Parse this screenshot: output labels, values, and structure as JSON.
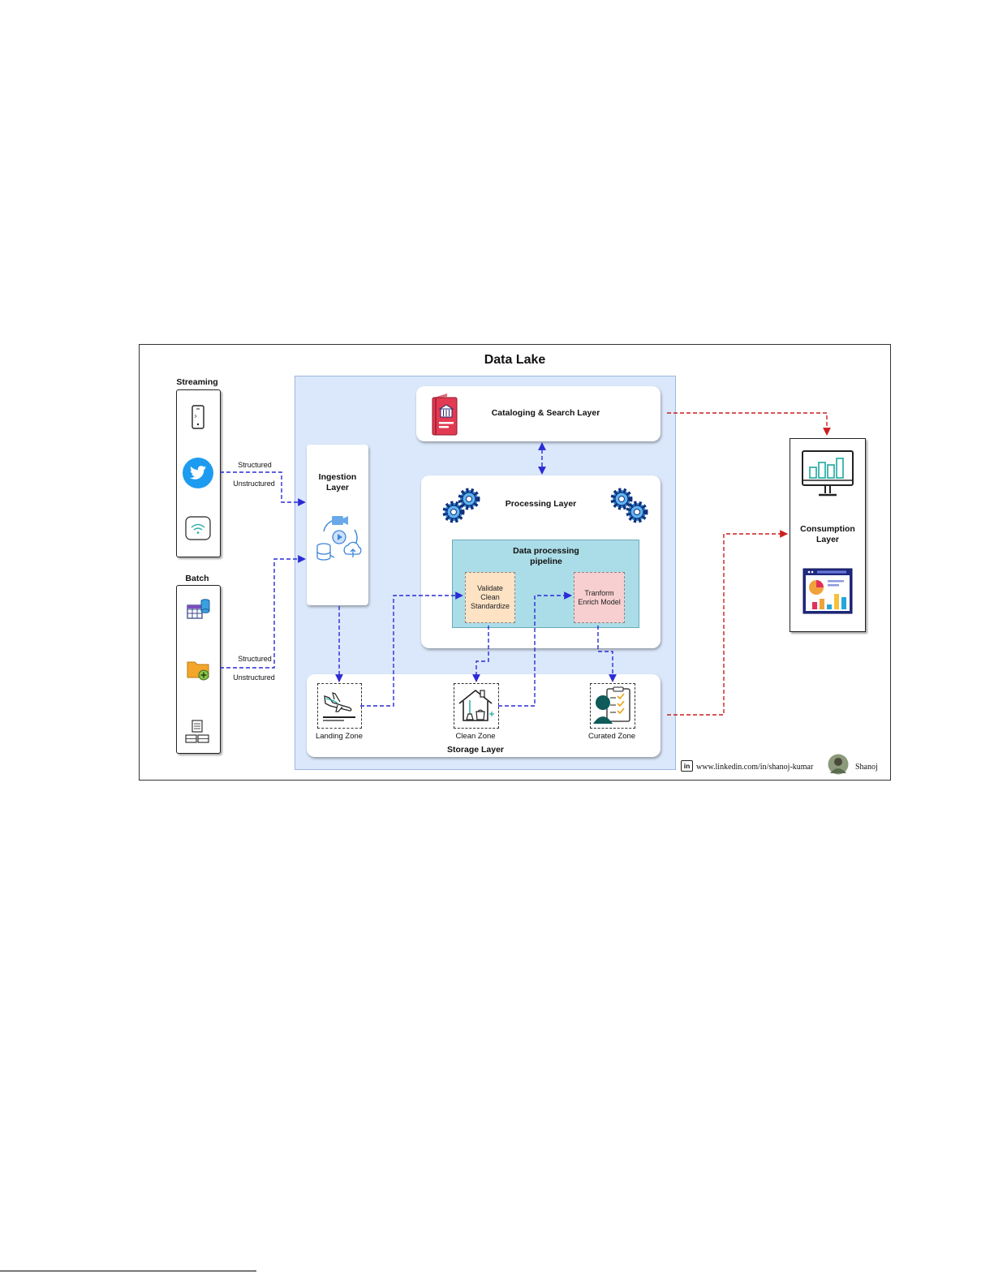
{
  "title": "Data Lake",
  "sources": {
    "streaming_label": "Streaming",
    "batch_label": "Batch",
    "streaming_flow": {
      "structured": "Structured",
      "unstructured": "Unstructured"
    },
    "batch_flow": {
      "structured": "Structured",
      "unstructured": "Unstructured"
    }
  },
  "layers": {
    "ingestion": "Ingestion Layer",
    "cataloging": "Cataloging & Search Layer",
    "processing": "Processing Layer",
    "pipeline": "Data processing pipeline",
    "step1": [
      "Validate",
      "Clean",
      "Standardize"
    ],
    "step2": [
      "Tranform",
      "Enrich Model"
    ],
    "storage": "Storage Layer",
    "consumption": "Consumption Layer"
  },
  "zones": {
    "landing": "Landing Zone",
    "clean": "Clean Zone",
    "curated": "Curated Zone"
  },
  "footer": {
    "linkedin_url": "www.linkedin.com/in/shanoj-kumar",
    "author": "Shanoj",
    "linkedin_badge": "in"
  },
  "colors": {
    "flow_blue": "#2b2bd6",
    "flow_red": "#cc1f1f",
    "lake_bg": "#dbe8fb",
    "pipeline_bg": "#abdde8",
    "step1_bg": "#fde2c4",
    "step2_bg": "#f8cfd0"
  },
  "icons": [
    "mobile-phone-icon",
    "twitter-bird-icon",
    "wifi-icon",
    "database-table-icon",
    "folder-add-icon",
    "server-document-icon",
    "catalog-book-icon",
    "gears-icon",
    "ingestion-media-icon",
    "airplane-landing-icon",
    "house-cleaning-icon",
    "curator-checklist-icon",
    "monitor-chart-icon",
    "dashboard-icon",
    "linkedin-icon",
    "author-avatar-icon"
  ]
}
